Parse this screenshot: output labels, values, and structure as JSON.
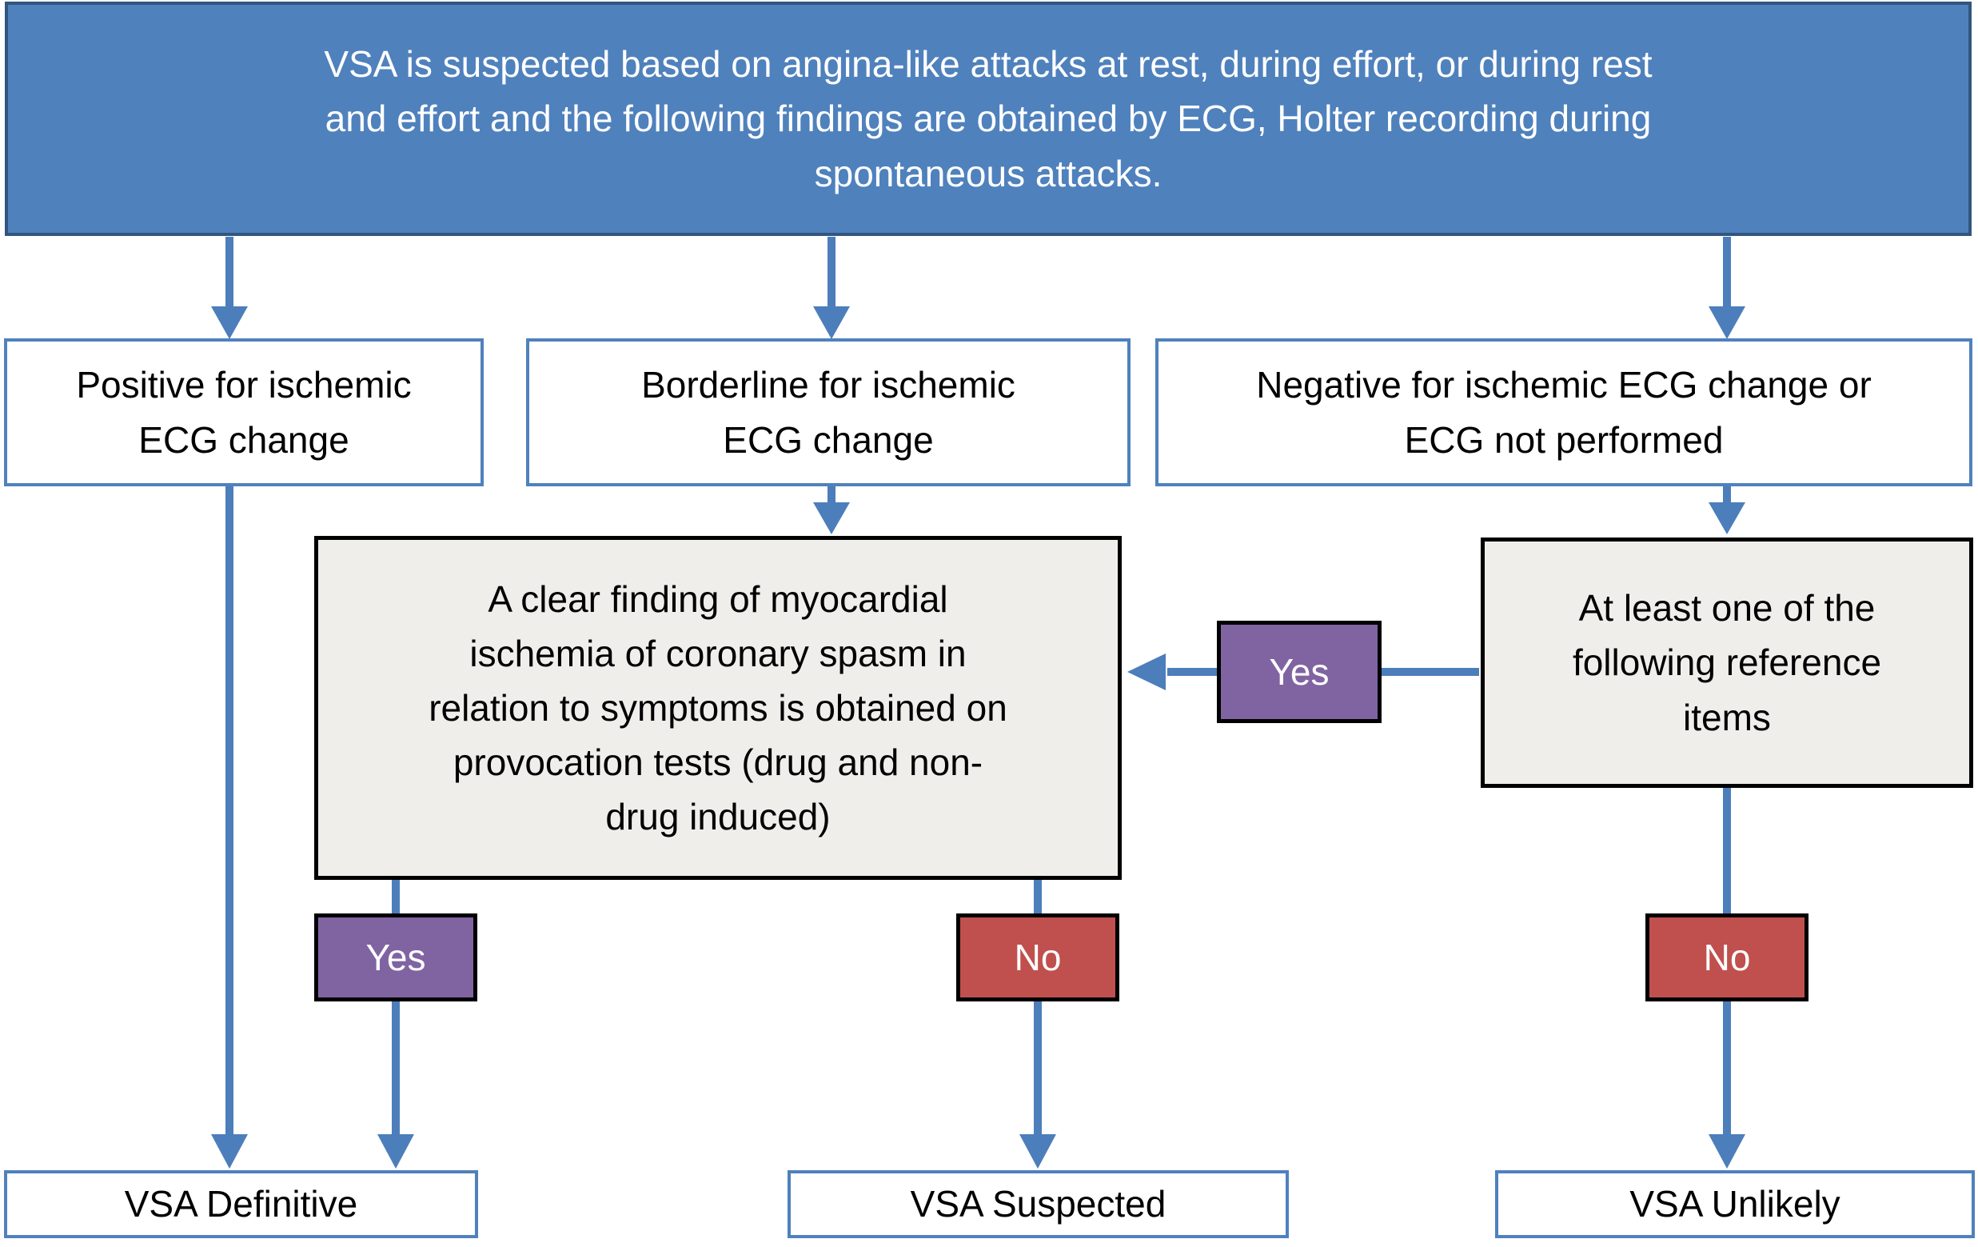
{
  "banner": {
    "lines": [
      "VSA is suspected based on angina-like attacks at rest, during effort, or during rest",
      "and effort and the following findings are obtained by ECG, Holter recording during",
      "spontaneous attacks."
    ]
  },
  "ecg_findings": {
    "positive": {
      "lines": [
        "Positive for ischemic",
        "ECG change"
      ]
    },
    "borderline": {
      "lines": [
        "Borderline for ischemic",
        "ECG change"
      ]
    },
    "negative": {
      "lines": [
        "Negative for ischemic ECG change or",
        "ECG not performed"
      ]
    }
  },
  "provocation_test_box": {
    "lines": [
      "A clear finding of myocardial",
      "ischemia of coronary spasm in",
      "relation to symptoms is obtained on",
      "provocation tests (drug and non-",
      "drug induced)"
    ]
  },
  "reference_items_box": {
    "lines": [
      "At least one of the",
      "following reference",
      "items"
    ]
  },
  "decisions": {
    "reference_yes": "Yes",
    "provocation_yes": "Yes",
    "provocation_no": "No",
    "reference_no": "No"
  },
  "outcomes": {
    "definitive": "VSA Definitive",
    "suspected": "VSA Suspected",
    "unlikely": "VSA Unlikely"
  },
  "colors": {
    "banner_fill": "#4F81BD",
    "banner_border": "#31567E",
    "blue_border": "#4F81BD",
    "arrow_blue": "#4C7EBB",
    "gray_box_fill": "#EFEEEB",
    "yes_fill": "#8064A2",
    "no_fill": "#C0504D",
    "black_border": "#000000",
    "white_text": "#FFFFFF",
    "black_text": "#000000"
  }
}
